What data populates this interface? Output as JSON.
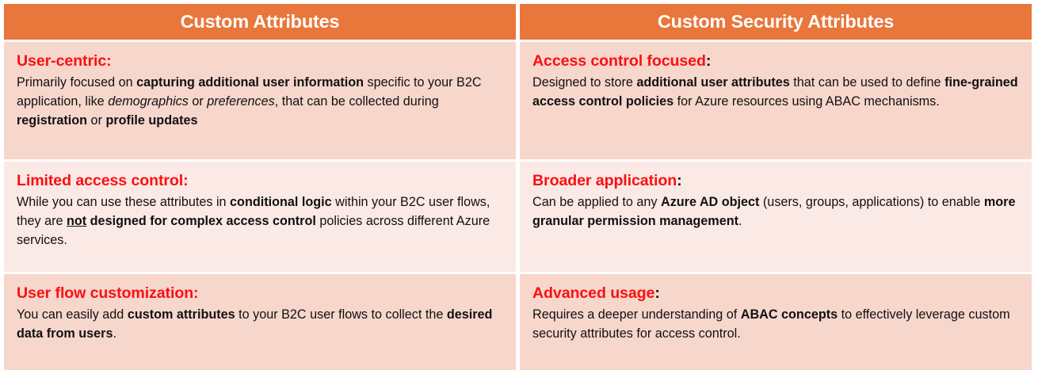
{
  "theme": {
    "header_bg": "#E9763A",
    "header_text": "#FFFFFF",
    "shade_a": "#F7D6CC",
    "shade_b": "#FBE9E6",
    "title_red": "#FB1010",
    "body_text": "#111111"
  },
  "table": {
    "columns": [
      {
        "header": "Custom Attributes"
      },
      {
        "header": "Custom Security Attributes"
      }
    ],
    "rows": [
      {
        "left": {
          "title": "User-centric:",
          "title_colon_black": false,
          "body_html": "Primarily focused on <b>capturing additional user information</b> specific to your B2C application, like <i>demographics</i> or <i>preferences</i>, that can be collected during <b>registration</b> or <b>profile updates</b>",
          "body_text": "Primarily focused on capturing additional user information specific to your B2C application, like demographics or preferences, that can be collected during registration or profile updates"
        },
        "right": {
          "title": "Access control focused",
          "title_colon_black": true,
          "body_html": "Designed to store <b>additional user attributes</b> that can be used to define <b>fine-grained access control policies</b> for Azure resources using ABAC mechanisms.",
          "body_text": "Designed to store additional user attributes that can be used to define fine-grained access control policies for Azure resources using ABAC mechanisms."
        }
      },
      {
        "left": {
          "title": "Limited access control:",
          "title_colon_black": false,
          "body_html": "While you can use these attributes in <b>conditional logic</b> within your B2C user flows, they are <u class=\"bold-ul\">not</u> <b>designed for complex access control</b> policies across different Azure services.",
          "body_text": "While you can use these attributes in conditional logic within your B2C user flows, they are not designed for complex access control policies across different Azure services."
        },
        "right": {
          "title": "Broader application",
          "title_colon_black": true,
          "body_html": "Can be applied to any <b>Azure AD object</b> (users, groups, applications) to enable <b>more granular permission management</b>.",
          "body_text": "Can be applied to any Azure AD object (users, groups, applications) to enable more granular permission management."
        }
      },
      {
        "left": {
          "title": "User flow customization:",
          "title_colon_black": false,
          "body_html": "You can easily add <b>custom attributes</b> to your B2C user flows to collect the <b>desired data from users</b>.",
          "body_text": "You can easily add custom attributes to your B2C user flows to collect the desired data from users."
        },
        "right": {
          "title": "Advanced usage",
          "title_colon_black": true,
          "body_html": "Requires a deeper understanding of <b>ABAC concepts</b> to effectively leverage custom security attributes for access control.",
          "body_text": "Requires a deeper understanding of ABAC concepts to effectively leverage custom security attributes for access control."
        }
      }
    ]
  }
}
